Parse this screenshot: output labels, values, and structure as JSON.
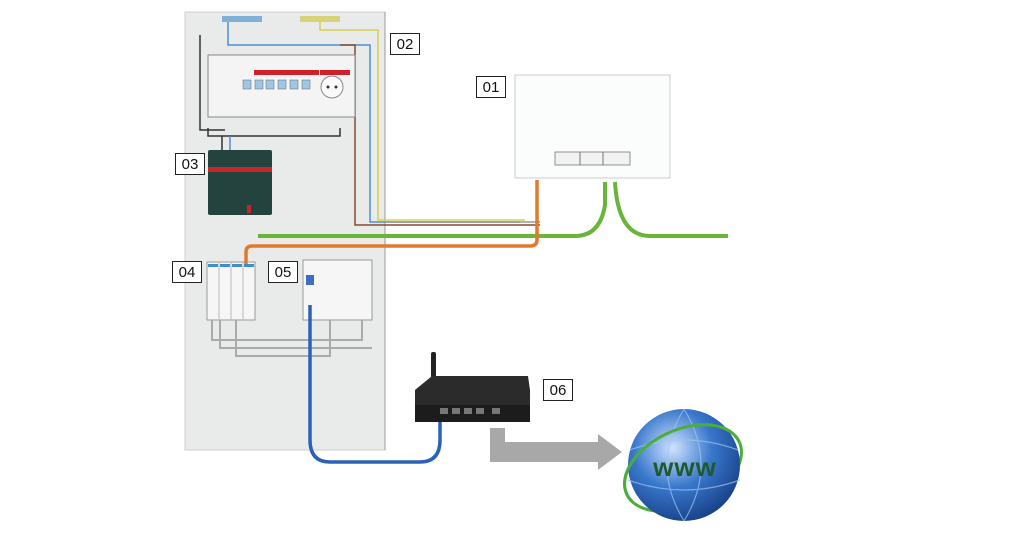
{
  "labels": {
    "home_access_point": "01",
    "distribution_board": "02",
    "power_supply": "03",
    "circuit_breakers": "04",
    "surge_protector": "05",
    "router": "06"
  },
  "globe": {
    "text": "www"
  },
  "colors": {
    "panel": "#e9eaea",
    "green_cable": "#6ab43a",
    "orange_cable": "#e07a2a",
    "blue_cable": "#2a62b8",
    "router": "#2b2b2b",
    "globe_blue": "#2b5fb0",
    "arrow": "#a8a8a8"
  }
}
